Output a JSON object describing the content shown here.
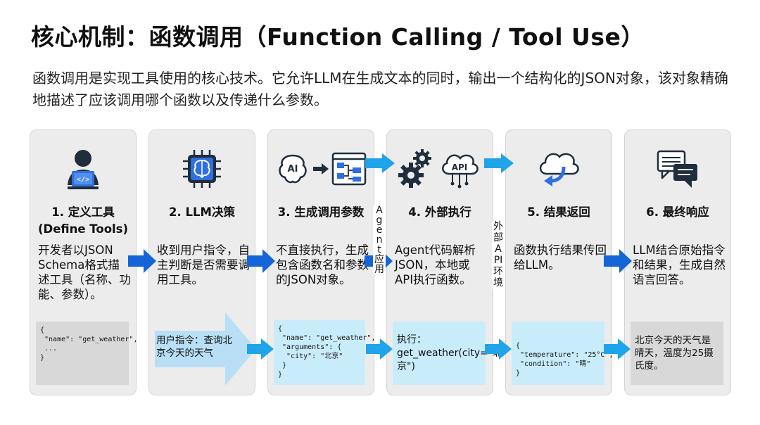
{
  "title": "核心机制：函数调用（Function Calling / Tool Use）",
  "intro": "函数调用是实现工具使用的核心技术。它允许LLM在生成文本的同时，输出一个结构化的JSON对象，该对象精确地描述了应该调用哪个函数以及传递什么参数。",
  "icons": {
    "step1": "developer-laptop-icon",
    "step2": "ai-brain-chip-icon",
    "step3_a": "ai-brain-icon",
    "step3_b": "flowchart-icon",
    "step4_a": "gears-icon",
    "step4_b": "api-cloud-icon",
    "step5": "cloud-return-icon",
    "step6": "chat-bubbles-icon"
  },
  "steps": [
    {
      "title": "1. 定义工具\n(Define Tools)",
      "desc": "开发者以JSON Schema格式描述工具（名称、功能、参数）。",
      "example": "{\n \"name\": \"get_weather\",\n ...\n}"
    },
    {
      "title": "2. LLM决策",
      "desc": "收到用户指令，自主判断是否需要调用工具。",
      "example": "用户指令：查询北京今天的天气"
    },
    {
      "title": "3. 生成调用参数",
      "desc": "不直接执行，生成包含函数名和参数的JSON对象。",
      "example": "{\n \"name\": \"get_weather\",\n \"arguments\": {\n  \"city\": \"北京\"\n }\n}"
    },
    {
      "title": "4. 外部执行",
      "desc": "Agent代码解析JSON，本地或API执行函数。",
      "example": "执行：get_weather(city=\"北京\")"
    },
    {
      "title": "5. 结果返回",
      "desc": "函数执行结果传回给LLM。",
      "example": "{\n \"temperature\": \"25°C\",\n \"condition\": \"晴\"\n}"
    },
    {
      "title": "6. 最终响应",
      "desc": "LLM结合原始指令和结果，生成自然语言回答。",
      "example": "北京今天的天气是晴天，温度为25摄氏度。"
    }
  ],
  "connector_labels": {
    "agent_app": "Agent应用",
    "external_api": "外部API环境"
  },
  "colors": {
    "arrow_blue": "#1565d8",
    "arrow_cyan": "#1fa3ea",
    "big_arrow": "#b9dff6",
    "card_bg": "#ececec",
    "example_blue": "#c9ecfb",
    "example_gray": "#d8d8d8"
  }
}
